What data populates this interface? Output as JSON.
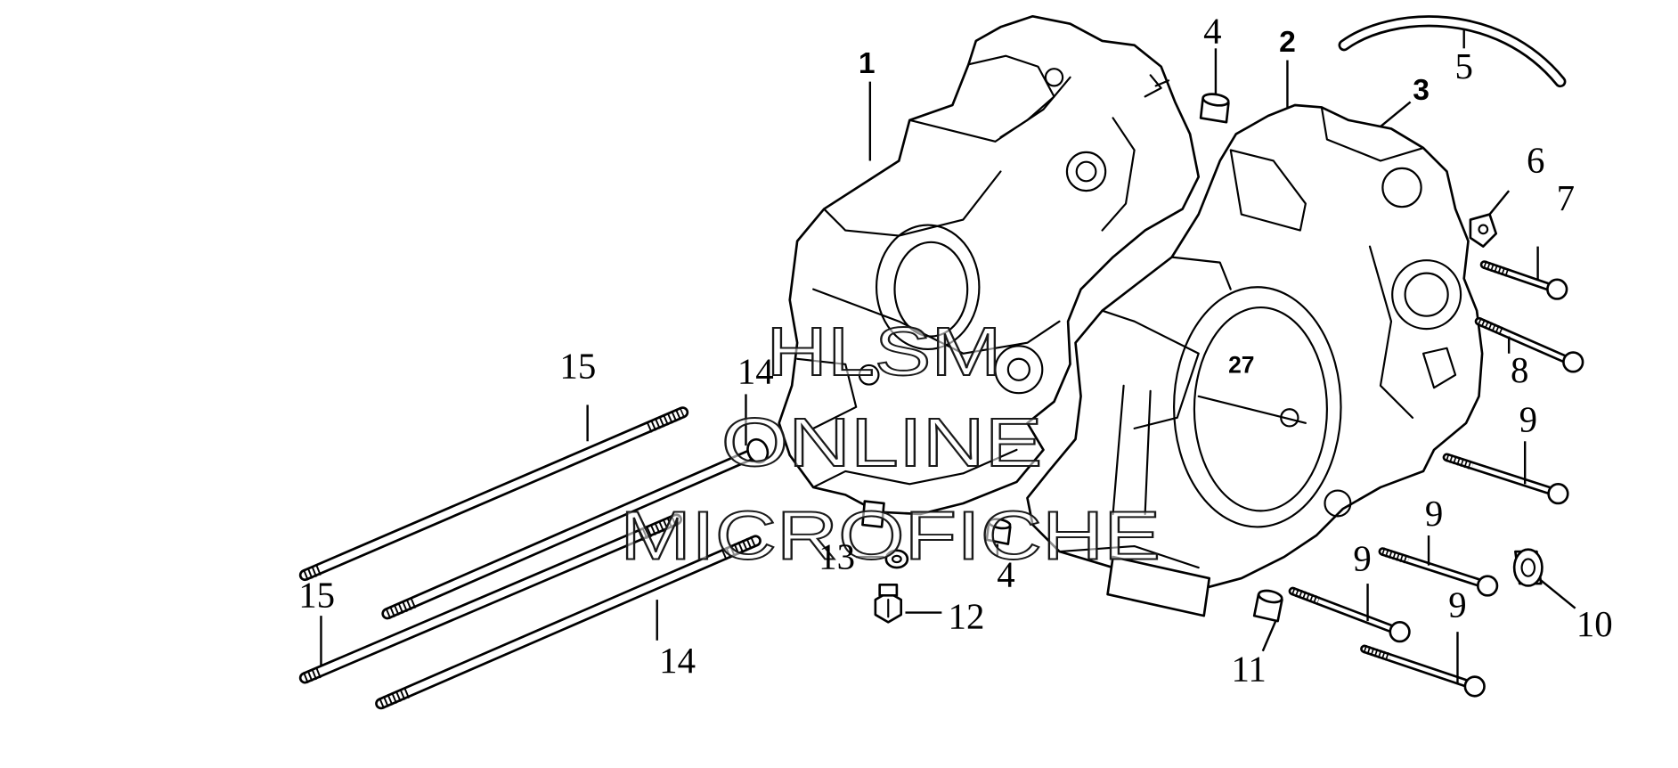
{
  "diagram": {
    "callouts": [
      "1",
      "2",
      "3",
      "4",
      "5",
      "6",
      "7",
      "8",
      "9",
      "9",
      "9",
      "9",
      "10",
      "11",
      "12",
      "13",
      "4",
      "14",
      "14",
      "15",
      "15"
    ],
    "casting_mark": "27",
    "watermark": [
      "HLSM",
      "ONLINE",
      "MICROFICHE"
    ]
  },
  "colors": {
    "line": "#000000",
    "background": "#ffffff"
  }
}
